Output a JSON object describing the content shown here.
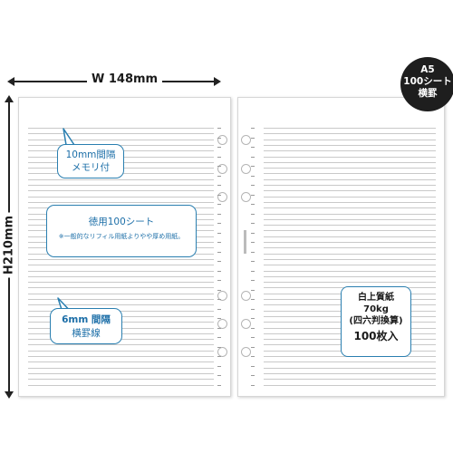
{
  "dimensions": {
    "width_label": "W 148mm",
    "height_label": "H210mm"
  },
  "badge": {
    "line1": "A5",
    "line2": "100シート",
    "line3": "横罫"
  },
  "callouts": {
    "scale": {
      "line1": "10mm間隔",
      "line2": "メモリ付"
    },
    "value": {
      "line1": "徳用100シート",
      "line2": "※一般的なリフィル用紙よりやや厚め用紙。"
    },
    "ruling": {
      "line1": "6mm 間隔",
      "line2": "横罫線"
    }
  },
  "spec": {
    "line1": "白上質紙",
    "line2": "70kg",
    "line3": "(四六判換算)",
    "line4": "100枚入"
  },
  "colors": {
    "callout_border": "#2a7fb0",
    "callout_text": "#1d6fa8",
    "badge_bg": "#1e1e1e"
  }
}
